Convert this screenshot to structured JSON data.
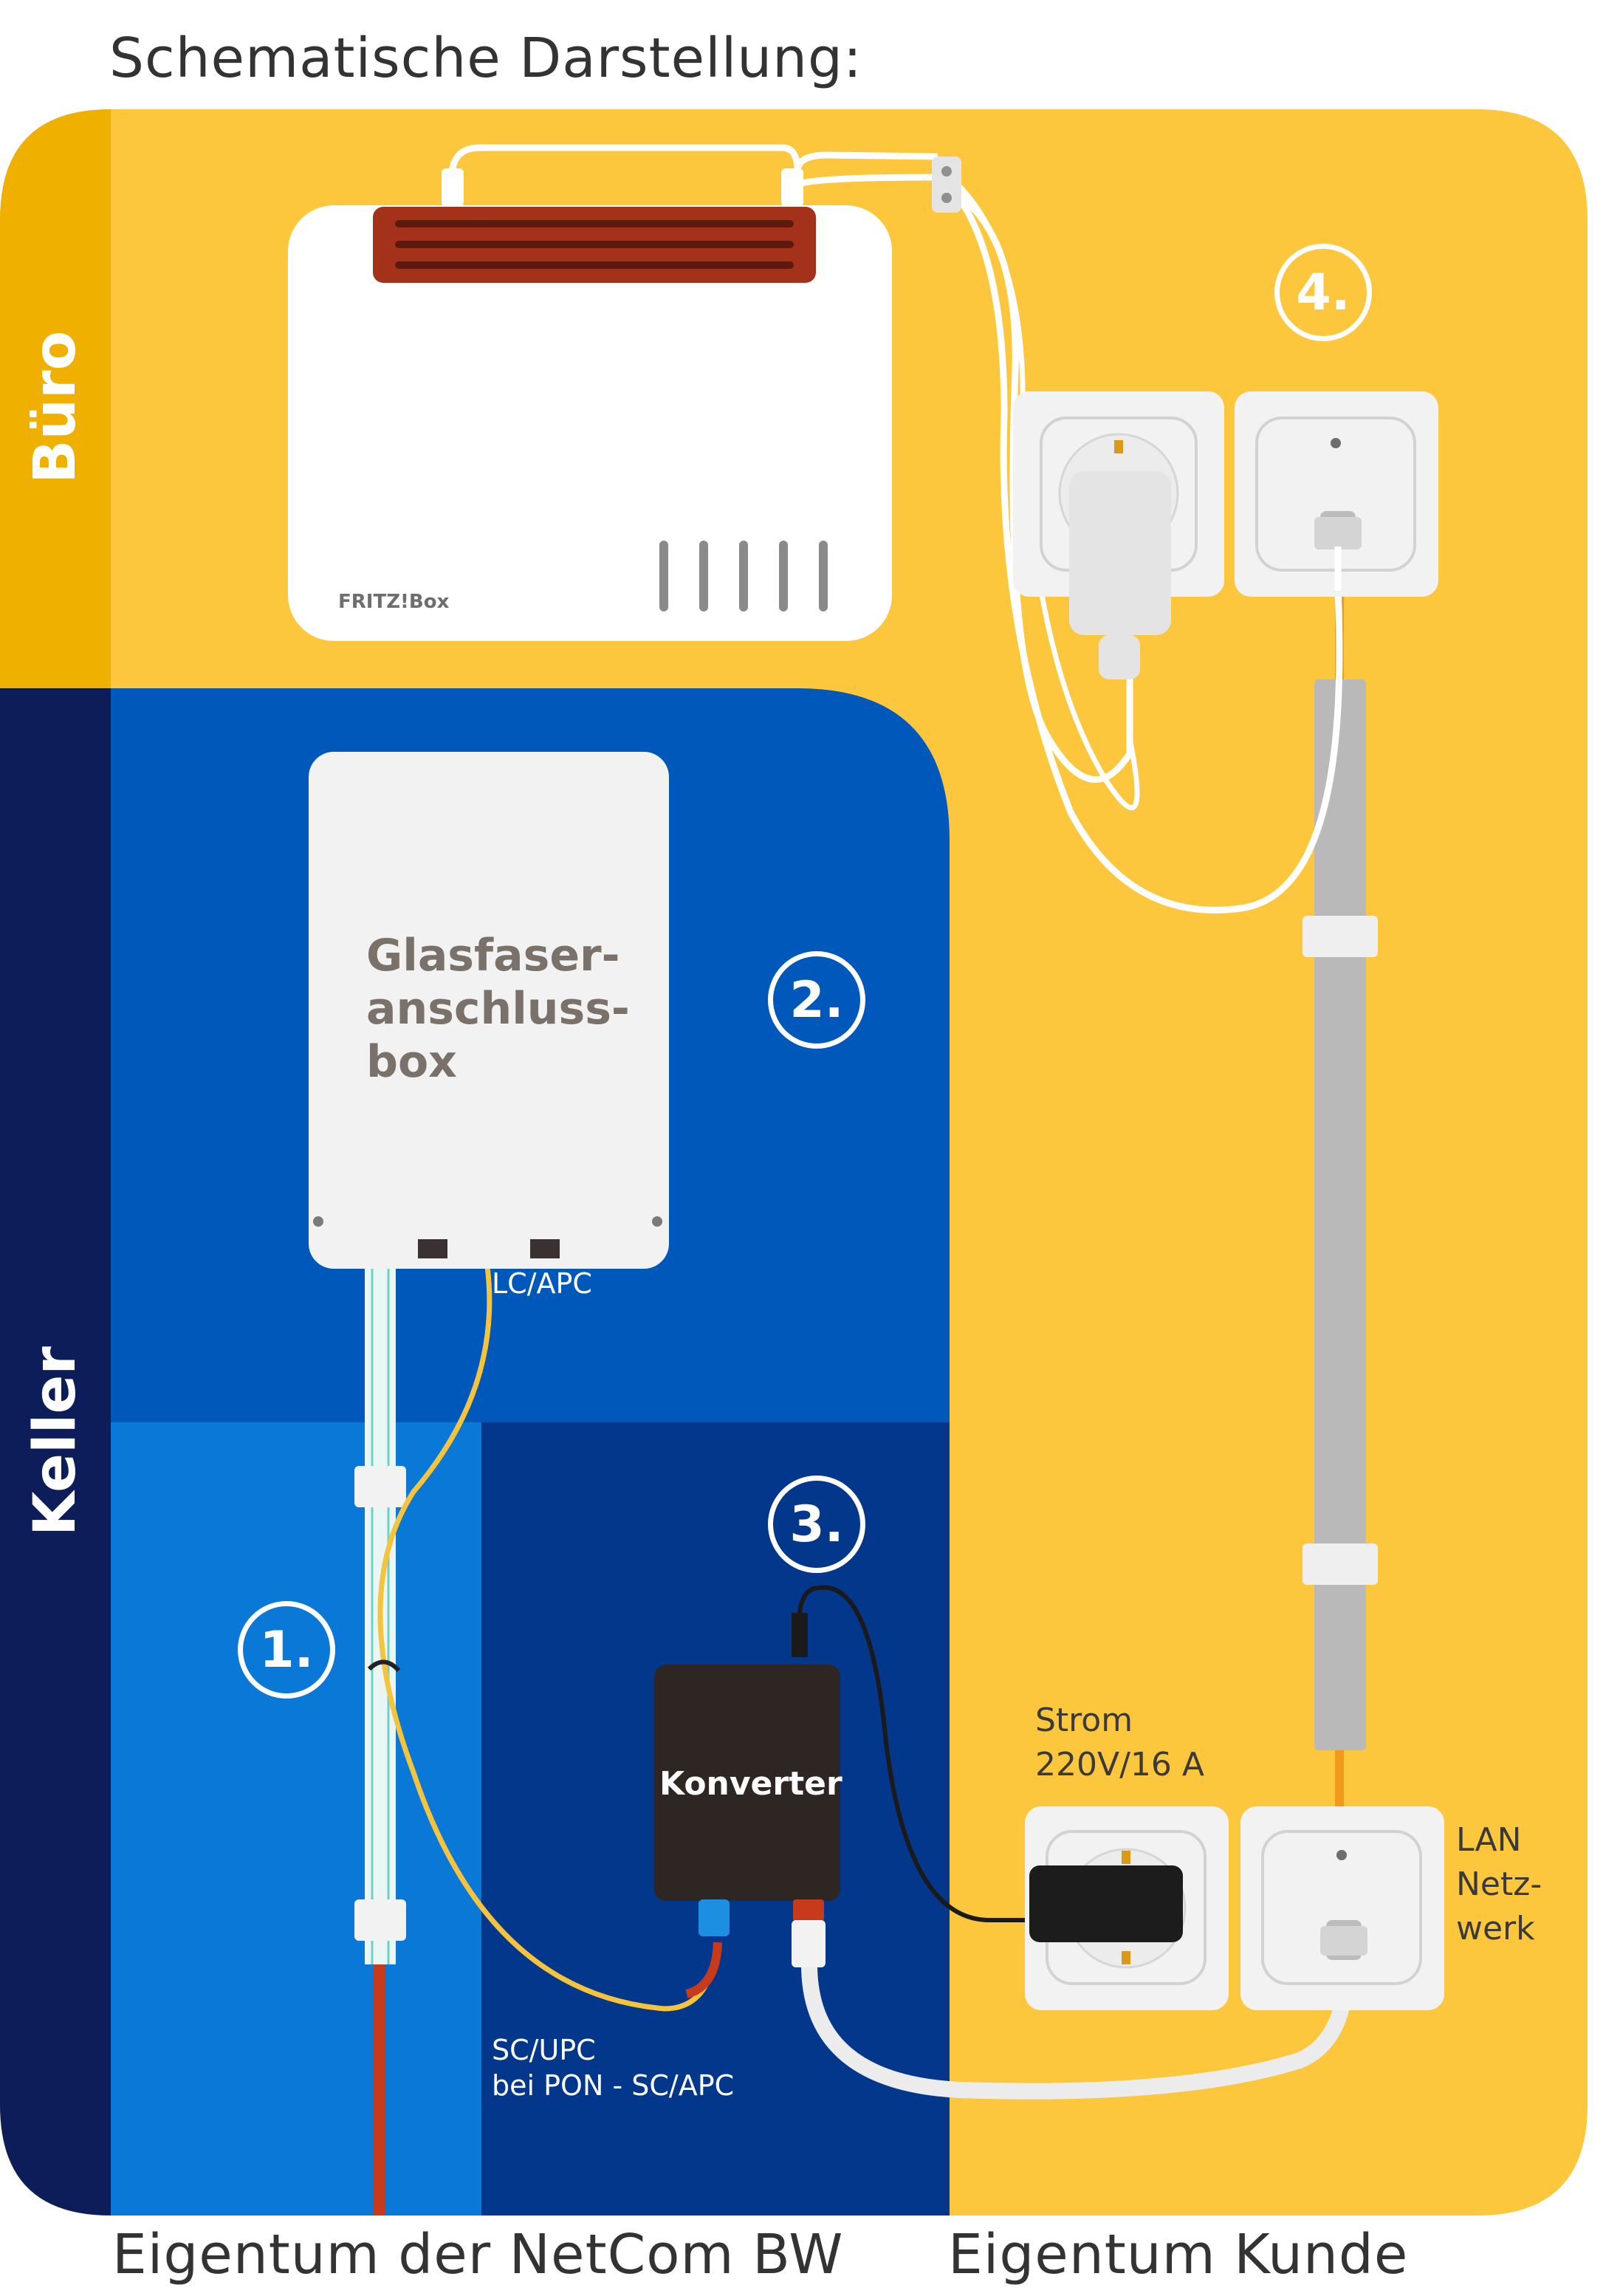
{
  "title": "Schematische Darstellung:",
  "zones": {
    "office": "Büro",
    "basement": "Keller"
  },
  "devices": {
    "router": "FRITZ!Box",
    "fiber_box": [
      "Glasfaser-",
      "anschluss-",
      "box"
    ],
    "converter": "Konverter"
  },
  "connectors": {
    "lc_apc": "LC/APC",
    "sc_upc_line1": "SC/UPC",
    "sc_upc_line2": "bei PON - SC/APC"
  },
  "power": {
    "line1": "Strom",
    "line2": "220V/16 A"
  },
  "lan": {
    "line1": "LAN",
    "line2": "Netz-",
    "line3": "werk"
  },
  "steps": [
    "1.",
    "2.",
    "3.",
    "4."
  ],
  "footer": {
    "left": "Eigentum der NetCom BW",
    "right": "Eigentum Kunde"
  },
  "colors": {
    "yellow": "#fcc73c",
    "office_strip": "#efb000",
    "basement_strip": "#0c1d5a",
    "blue_mid": "#0058ba",
    "blue_light": "#0a78d6",
    "blue_dark": "#03378c",
    "fiber_red": "#c73a1c",
    "fiber_yellow": "#f6c43c"
  }
}
